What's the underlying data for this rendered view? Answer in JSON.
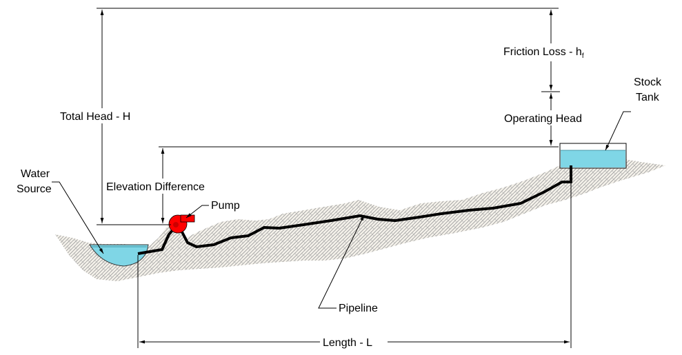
{
  "labels": {
    "total_head": "Total Head - H",
    "friction_loss": "Friction Loss - h",
    "friction_loss_sub": "f",
    "operating_head": "Operating Head",
    "elevation_difference": "Elevation Difference",
    "stock_tank_line1": "Stock",
    "stock_tank_line2": "Tank",
    "water_source_line1": "Water",
    "water_source_line2": "Source",
    "pump": "Pump",
    "pipeline": "Pipeline",
    "length": "Length - L"
  },
  "colors": {
    "water": "#7fd6e6",
    "pump": "#ff0000",
    "ground_hatch": "#8a8a8a",
    "pipe": "#000000"
  }
}
